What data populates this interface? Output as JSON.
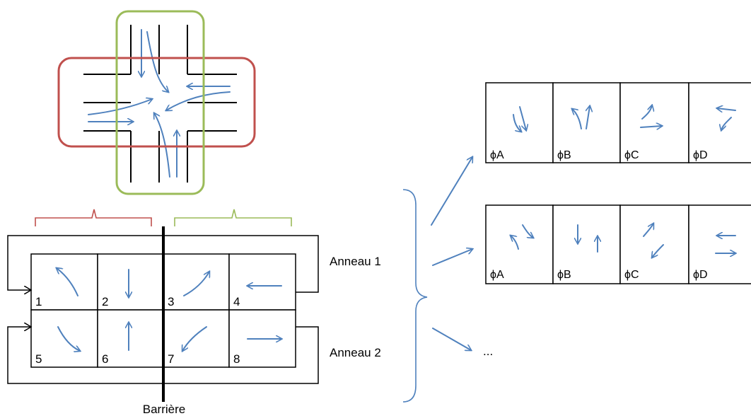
{
  "diagram": {
    "colors": {
      "arrow": "#4f81bd",
      "major_street": "#c0504d",
      "minor_street": "#9bbb59",
      "ring_lines": "#000000"
    },
    "ring_labels": [
      "Anneau 1",
      "Anneau 2"
    ],
    "barrier_label": "Barrière",
    "phase_grid": {
      "ring1": [
        {
          "num": "1",
          "icon": "left-turn-arrow-icon"
        },
        {
          "num": "2",
          "icon": "down-arrow-icon"
        },
        {
          "num": "3",
          "icon": "right-up-curve-arrow-icon"
        },
        {
          "num": "4",
          "icon": "left-arrow-icon"
        }
      ],
      "ring2": [
        {
          "num": "5",
          "icon": "down-right-curve-arrow-icon"
        },
        {
          "num": "6",
          "icon": "up-arrow-icon"
        },
        {
          "num": "7",
          "icon": "left-down-curve-arrow-icon"
        },
        {
          "num": "8",
          "icon": "right-arrow-icon"
        }
      ]
    },
    "sequence_1": [
      "ϕA",
      "ϕB",
      "ϕC",
      "ϕD"
    ],
    "sequence_2": [
      "ϕA",
      "ϕB",
      "ϕC",
      "ϕD"
    ],
    "more_label": "..."
  }
}
